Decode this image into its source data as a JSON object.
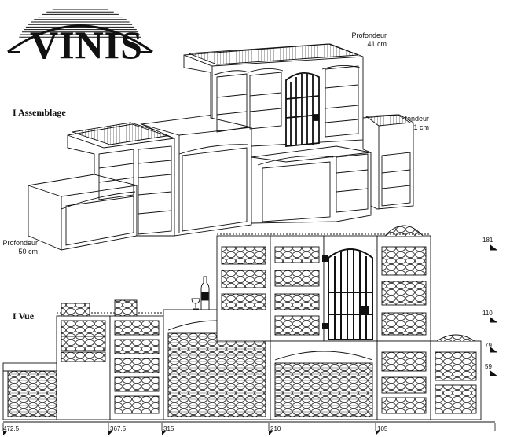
{
  "brand": {
    "name": "VINIS"
  },
  "sections": {
    "assemblage": "I Assemblage",
    "vue": "I Vue"
  },
  "depth_notes": [
    {
      "id": "top",
      "label": "Profondeur",
      "value": "41 cm"
    },
    {
      "id": "right",
      "label": "Profondeur",
      "value": "61 cm"
    },
    {
      "id": "left",
      "label": "Profondeur",
      "value": "50 cm"
    }
  ],
  "heights": [
    "181",
    "110",
    "79",
    "59"
  ],
  "widths": [
    "472.5",
    "367.5",
    "315",
    "210",
    "105"
  ],
  "colors": {
    "ink": "#111111",
    "paper": "#ffffff",
    "bottle": "#ffffff"
  },
  "icons": [
    "logo-arc-icon",
    "wine-bottle-icon",
    "wine-glass-icon",
    "iron-gate-icon"
  ]
}
